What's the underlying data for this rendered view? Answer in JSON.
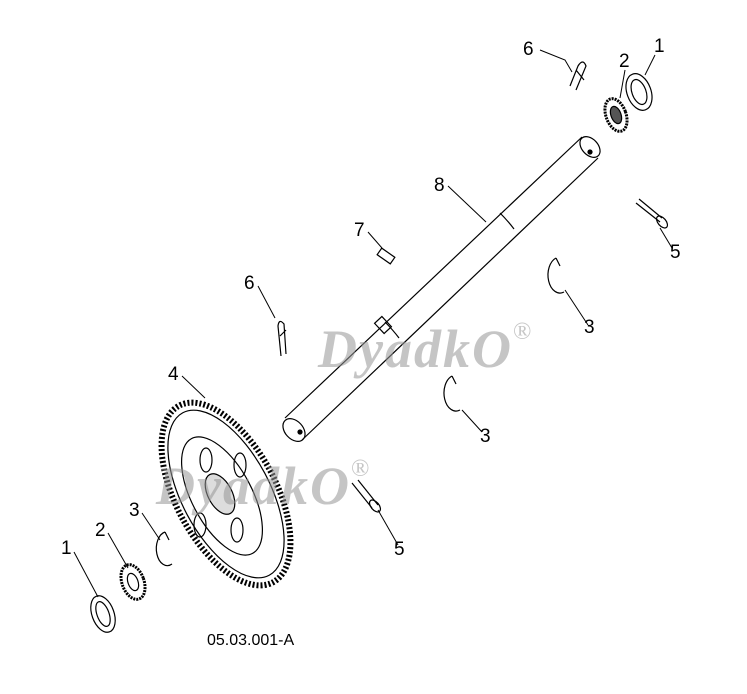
{
  "diagram": {
    "caption": "05.03.001-A",
    "watermark": "DyadkO",
    "watermark_mark": "®",
    "callouts": [
      {
        "id": "6a",
        "text": "6"
      },
      {
        "id": "2a",
        "text": "2"
      },
      {
        "id": "1a",
        "text": "1"
      },
      {
        "id": "8",
        "text": "8"
      },
      {
        "id": "7",
        "text": "7"
      },
      {
        "id": "5a",
        "text": "5"
      },
      {
        "id": "6b",
        "text": "6"
      },
      {
        "id": "3a",
        "text": "3"
      },
      {
        "id": "4",
        "text": "4"
      },
      {
        "id": "3b",
        "text": "3"
      },
      {
        "id": "5b",
        "text": "5"
      },
      {
        "id": "3c",
        "text": "3"
      },
      {
        "id": "2b",
        "text": "2"
      },
      {
        "id": "1b",
        "text": "1"
      }
    ]
  }
}
